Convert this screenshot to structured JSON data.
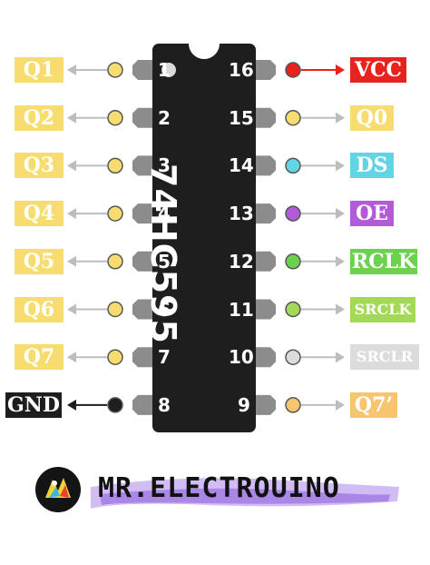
{
  "chip": {
    "name": "74HC595",
    "body_color": "#1e1e1e",
    "pin_color": "#8c8c8c",
    "dot_color": "#d9d9d9"
  },
  "pins_left": [
    {
      "number": "1",
      "label": "Q1",
      "label_bg": "#f7dc6f",
      "label_color": "#ffffff",
      "dot": "#f7dc6f",
      "arrow": "#bdbdbd"
    },
    {
      "number": "2",
      "label": "Q2",
      "label_bg": "#f7dc6f",
      "label_color": "#ffffff",
      "dot": "#f7dc6f",
      "arrow": "#bdbdbd"
    },
    {
      "number": "3",
      "label": "Q3",
      "label_bg": "#f7dc6f",
      "label_color": "#ffffff",
      "dot": "#f7dc6f",
      "arrow": "#bdbdbd"
    },
    {
      "number": "4",
      "label": "Q4",
      "label_bg": "#f7dc6f",
      "label_color": "#ffffff",
      "dot": "#f7dc6f",
      "arrow": "#bdbdbd"
    },
    {
      "number": "5",
      "label": "Q5",
      "label_bg": "#f7dc6f",
      "label_color": "#ffffff",
      "dot": "#f7dc6f",
      "arrow": "#bdbdbd"
    },
    {
      "number": "6",
      "label": "Q6",
      "label_bg": "#f7dc6f",
      "label_color": "#ffffff",
      "dot": "#f7dc6f",
      "arrow": "#bdbdbd"
    },
    {
      "number": "7",
      "label": "Q7",
      "label_bg": "#f7dc6f",
      "label_color": "#ffffff",
      "dot": "#f7dc6f",
      "arrow": "#bdbdbd"
    },
    {
      "number": "8",
      "label": "GND",
      "label_bg": "#1e1e1e",
      "label_color": "#ffffff",
      "dot": "#1e1e1e",
      "arrow": "#1e1e1e"
    }
  ],
  "pins_right": [
    {
      "number": "16",
      "label": "VCC",
      "label_bg": "#e8231e",
      "label_color": "#ffffff",
      "dot": "#e8231e",
      "arrow": "#e8231e"
    },
    {
      "number": "15",
      "label": "Q0",
      "label_bg": "#f7dc6f",
      "label_color": "#ffffff",
      "dot": "#f7dc6f",
      "arrow": "#bdbdbd"
    },
    {
      "number": "14",
      "label": "DS",
      "label_bg": "#63d4e3",
      "label_color": "#ffffff",
      "dot": "#63d4e3",
      "arrow": "#bdbdbd"
    },
    {
      "number": "13",
      "label": "OE",
      "label_bg": "#b35ad8",
      "label_color": "#ffffff",
      "dot": "#b35ad8",
      "arrow": "#bdbdbd"
    },
    {
      "number": "12",
      "label": "RCLK",
      "label_bg": "#6cd14f",
      "label_color": "#ffffff",
      "dot": "#6cd14f",
      "arrow": "#bdbdbd"
    },
    {
      "number": "11",
      "label": "SRCLK",
      "label_bg": "#a3d957",
      "label_color": "#ffffff",
      "dot": "#a3d957",
      "arrow": "#bdbdbd"
    },
    {
      "number": "10",
      "label": "SRCLR",
      "label_bg": "#dcdcdc",
      "label_color": "#ffffff",
      "dot": "#dcdcdc",
      "arrow": "#bdbdbd"
    },
    {
      "number": "9",
      "label": "Q7’",
      "label_bg": "#f7c46f",
      "label_color": "#ffffff",
      "dot": "#f7c46f",
      "arrow": "#bdbdbd"
    }
  ],
  "brand": {
    "text": "MR.ELECTROUINO",
    "logo_icon": "bird-logo-icon",
    "brush_color": "#9a6fe0"
  }
}
